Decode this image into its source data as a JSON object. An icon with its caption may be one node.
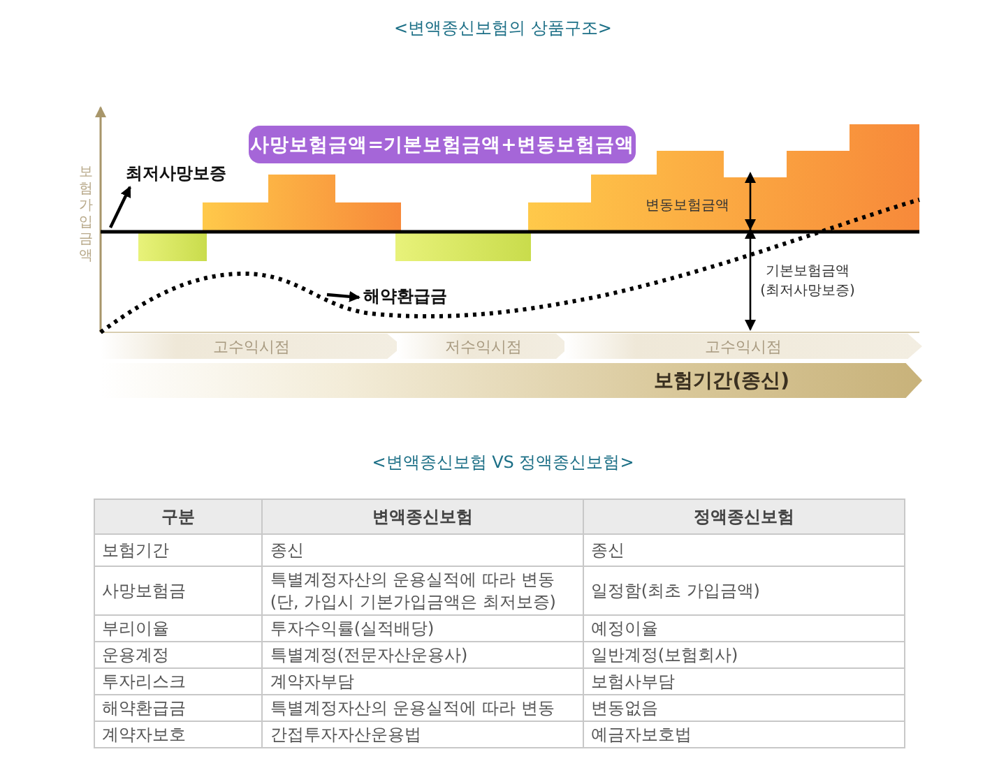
{
  "diagram": {
    "title": "<변액종신보험의 상품구조>",
    "nodes": [
      {
        "text": [
          "사망보험금액=기본보험금액+변동보험금액"
        ]
      },
      {
        "text": [
          "최저사망보증"
        ]
      },
      {
        "text": [
          "해약환급금"
        ]
      },
      {
        "text": [
          "고수익시점"
        ]
      },
      {
        "text": [
          "저수익시점"
        ]
      },
      {
        "text": [
          "고수익시점"
        ]
      },
      {
        "text": [
          "보험기간(종신)"
        ]
      }
    ],
    "edges": [
      {
        "from": null,
        "to": 1,
        "arrow": "to"
      },
      {
        "from": null,
        "to": 2,
        "arrow": "to"
      }
    ],
    "labels": [
      "보험가입금액",
      "변동보험금액",
      "기본보험금액 (최저사망보증)",
      "<변액종신보험 VS 정액종신보험>",
      "구분",
      "변액종신보험",
      "정액종신보험",
      "보험기간",
      "종신",
      "종신",
      "사망보험금",
      "특별계정자산의 운용실적에 따라 변동(단, 가입시 기본가입금액은 최저보증)",
      "일정함(최초 가입금액)",
      "부리이율",
      "투자수익률(실적배당)",
      "예정이율",
      "운용계정",
      "특별계정(전문자산운용사)",
      "일반계정(보험회사)",
      "투자리스크",
      "계약자부담",
      "보험사부담",
      "해약환급금",
      "특별계정자산의 운용실적에 따라 변동",
      "변동없음",
      "계약자보호",
      "간접투자자산운용법",
      "예금자보호법"
    ]
  }
}
